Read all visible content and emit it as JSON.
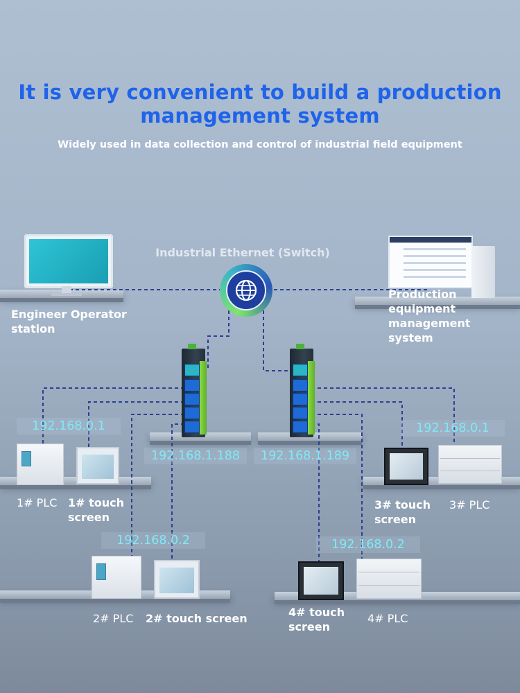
{
  "header": {
    "title": "It is very convenient to build a production management system",
    "subtitle": "Widely used in data collection and control of industrial field equipment"
  },
  "network": {
    "switch_label": "Industrial Ethernet (Switch)",
    "engineer_station": "Engineer Operator station",
    "management_system": "Production equipment management system",
    "switch_left_ip": "192.168.1.188",
    "switch_right_ip": "192.168.1.189"
  },
  "devices": {
    "left_group": {
      "ip_1": "192.168.0.1",
      "ip_2": "192.168.0.2",
      "plc_1": "1# PLC",
      "hmi_1": "1# touch screen",
      "plc_2": "2# PLC",
      "hmi_2": "2# touch screen"
    },
    "right_group": {
      "ip_1": "192.168.0.1",
      "ip_2": "192.168.0.2",
      "hmi_3": "3# touch screen",
      "plc_3": "3# PLC",
      "hmi_4": "4# touch screen",
      "plc_4": "4# PLC"
    }
  },
  "colors": {
    "title": "#1f63ea",
    "ip_text": "#7feaf6",
    "link_line": "#2d3f8f",
    "switch_green": "#8ddc46",
    "port_blue": "#1e6ad6"
  },
  "icons": [
    "globe-icon",
    "monitor-icon",
    "server-icon",
    "switch-icon",
    "plc-icon",
    "touch-screen-icon"
  ]
}
